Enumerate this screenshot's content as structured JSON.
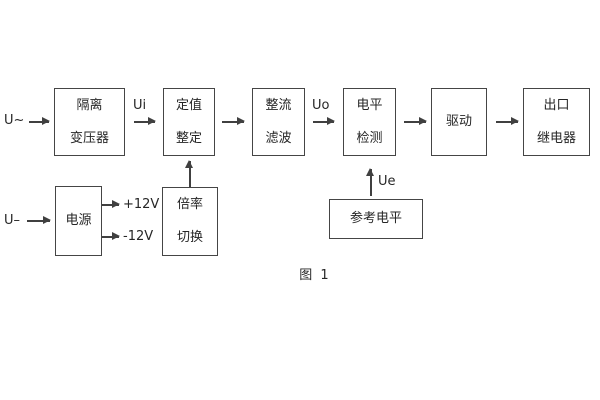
{
  "page": {
    "caption": "图 1"
  },
  "labels": {
    "ac_input": "U~",
    "dc_input": "U–",
    "ui": "Ui",
    "uo": "Uo",
    "ue": "Ue",
    "plus_12v": "+12V",
    "minus_12v": "-12V"
  },
  "blocks": {
    "isolation_transformer": {
      "line1": "隔离",
      "line2": "变压器"
    },
    "value_setting": {
      "line1": "定值",
      "line2": "整定"
    },
    "rectifier_filter": {
      "line1": "整流",
      "line2": "滤波"
    },
    "level_detection": {
      "line1": "电平",
      "line2": "检测"
    },
    "driver": {
      "label": "驱动"
    },
    "output_relay": {
      "line1": "出口",
      "line2": "继电器"
    },
    "power_supply": {
      "label": "电源"
    },
    "ratio_switching": {
      "line1": "倍率",
      "line2": "切换"
    },
    "reference_level": {
      "label": "参考电平"
    }
  },
  "colors": {
    "line": "#404040",
    "text": "#262626",
    "background": "#ffffff"
  }
}
